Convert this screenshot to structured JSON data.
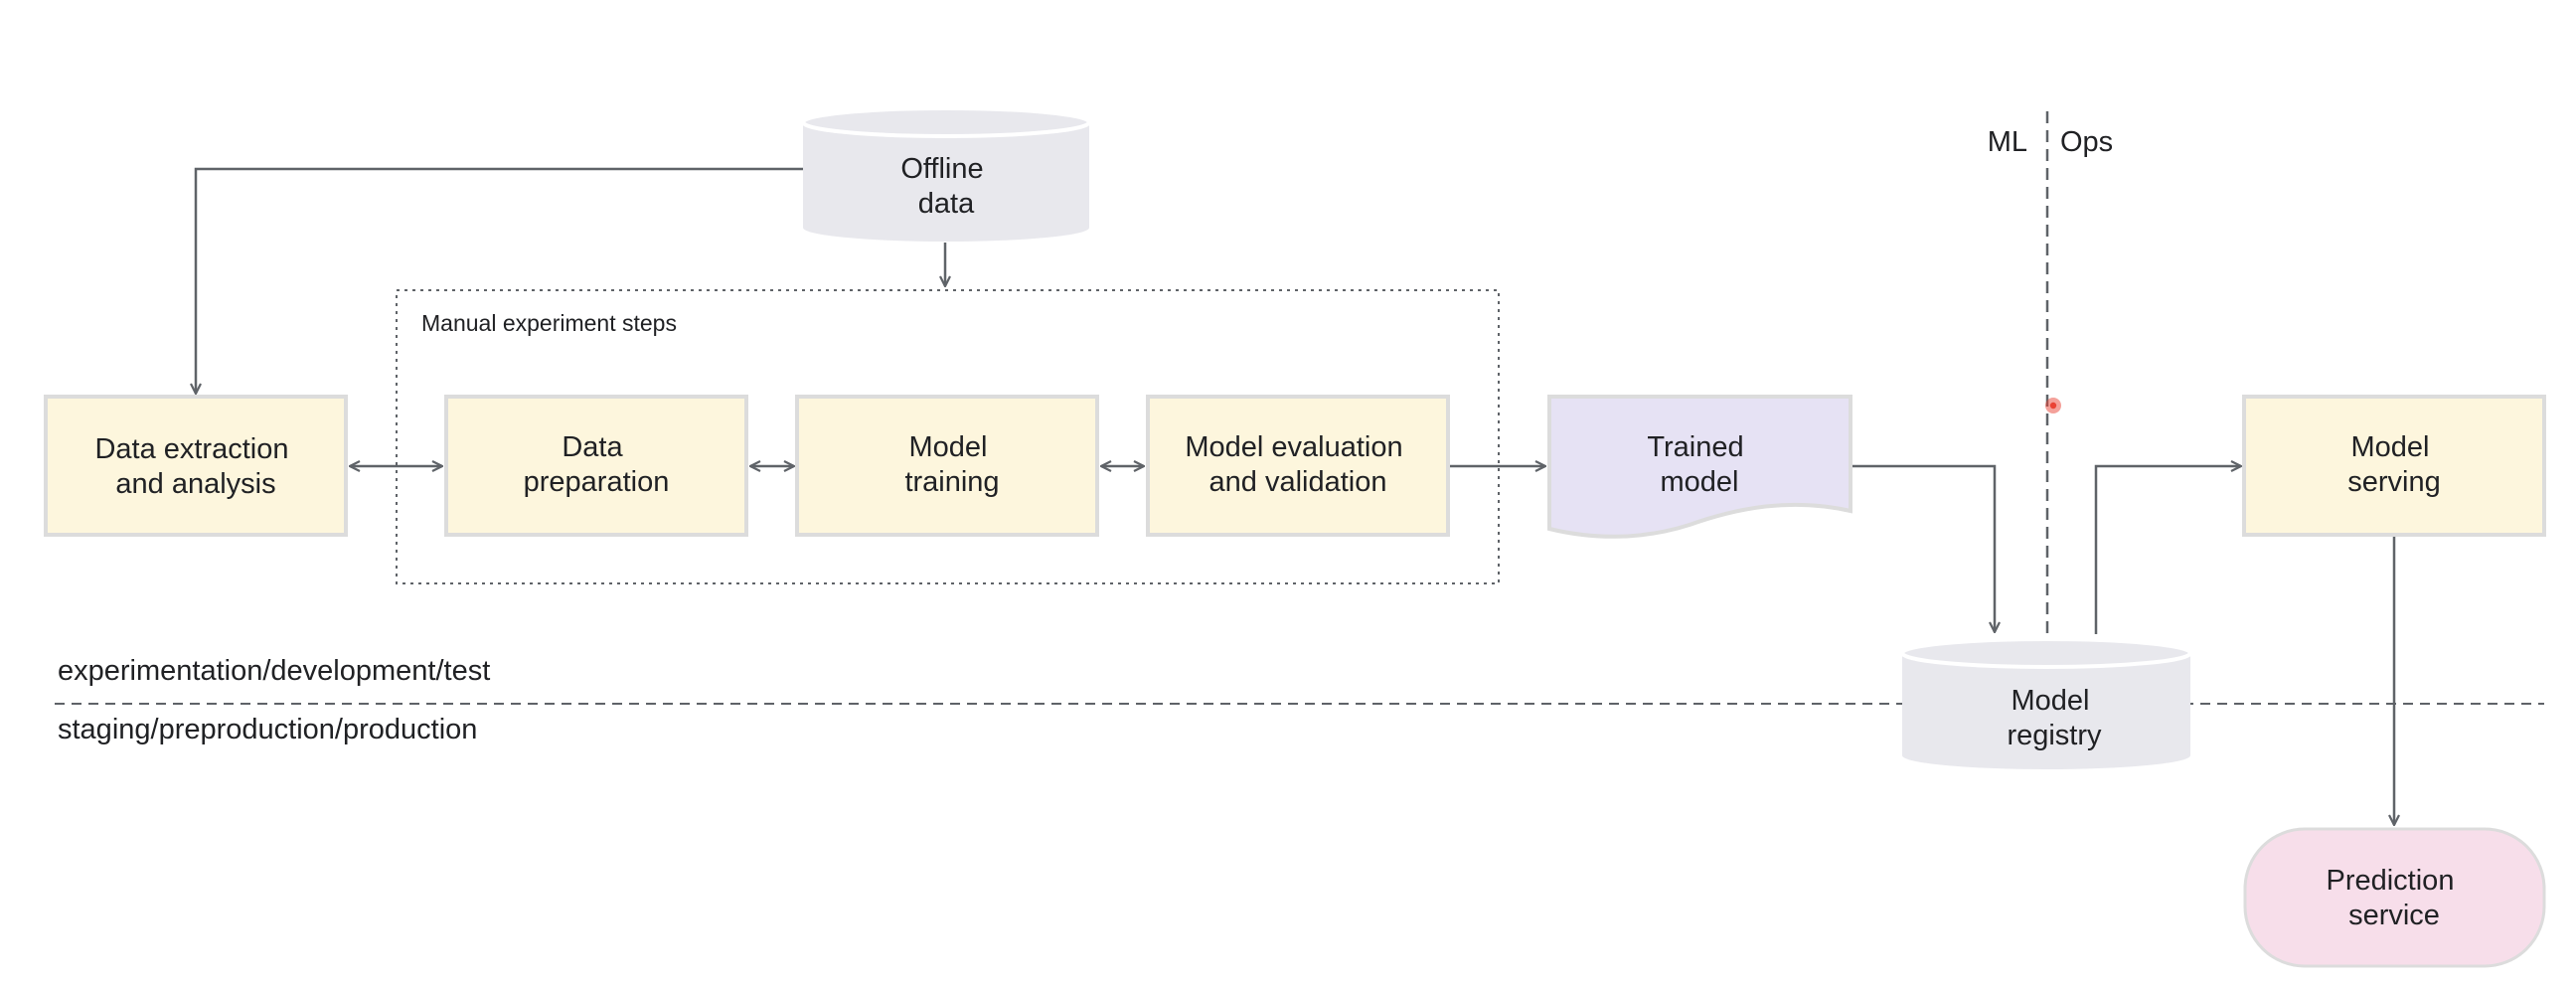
{
  "diagram": {
    "group_label": "Manual experiment steps",
    "nodes": {
      "offline_data": [
        "Offline",
        "data"
      ],
      "data_extraction": [
        "Data extraction",
        "and analysis"
      ],
      "data_preparation": [
        "Data",
        "preparation"
      ],
      "model_training": [
        "Model",
        "training"
      ],
      "model_evaluation": [
        "Model evaluation",
        "and validation"
      ],
      "trained_model": [
        "Trained",
        "model"
      ],
      "model_registry": [
        "Model",
        "registry"
      ],
      "model_serving": [
        "Model",
        "serving"
      ],
      "prediction_service": [
        "Prediction",
        "service"
      ]
    },
    "divider_labels": {
      "ml": "ML",
      "ops": "Ops"
    },
    "environment_labels": {
      "upper": "experimentation/development/test",
      "lower": "staging/preproduction/production"
    },
    "colors": {
      "step_fill": "#fdf6dd",
      "storage_fill": "#e8e8ed",
      "artifact_fill": "#e6e2f4",
      "service_fill": "#f7deea",
      "connector": "#5f6368",
      "cursor_marker": "#ea4335"
    }
  }
}
